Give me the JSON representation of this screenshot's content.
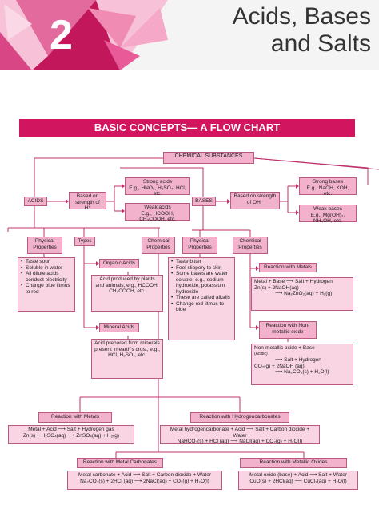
{
  "header": {
    "chapter_number": "2",
    "title_line1": "Acids, Bases",
    "title_line2": "and Salts"
  },
  "banner": {
    "title": "BASIC CONCEPTS— A FLOW CHART"
  },
  "nodes": {
    "chemical_substances": "CHEMICAL SUBSTANCES",
    "acids": "ACIDS",
    "bases": "BASES",
    "acid_strength": "Based on strength of H⁺",
    "base_strength": "Based on strength of OH⁻",
    "strong_acids_title": "Strong acids",
    "strong_acids_eg": "E.g., HNO₃, H₂SO₄, HCl, etc.",
    "weak_acids_title": "Weak acids",
    "weak_acids_eg": "E.g., HCOOH, CH₃COOH, etc.",
    "strong_bases_title": "Strong bases",
    "strong_bases_eg": "E.g., NaOH, KOH, etc.",
    "weak_bases_title": "Weak bases",
    "weak_bases_eg": "E.g., Mg(OH)₂, NH₄OH, etc.",
    "acid_phys": "Physical Properties",
    "acid_types": "Types",
    "acid_chem": "Chemical Properties",
    "base_phys": "Physical Properties",
    "base_chem": "Chemical Properties",
    "acid_phys_list": [
      "Taste sour",
      "Soluble in water",
      "All dilute acids conduct electricity",
      "Change blue litmus to red"
    ],
    "organic_acids": "Organic Acids",
    "organic_acids_desc": "Acid produced by plants and animals, e.g., HCOOH, CH₃COOH, etc.",
    "mineral_acids": "Mineral Acids",
    "mineral_acids_desc": "Acid prepared from minerals present in earth's crust, e.g., HCl, H₂SO₄, etc.",
    "base_phys_list": [
      "Taste bitter",
      "Feel slippery to skin",
      "Some bases are water soluble, e.g., sodium hydroxide, potassium hydroxide",
      "These are called alkalis",
      "Change red litmus to blue"
    ],
    "base_metals": "Reaction with Metals",
    "base_metals_eq1": "Metal + Base ⟶ Salt + Hydrogen",
    "base_metals_eq2": "Zn(s) + 2NaOH(aq)",
    "base_metals_eq3": "⟶ Na₂ZnO₂(aq) + H₂(g)",
    "base_nonmetal": "Reaction with Non-metallic oxide",
    "base_nonmetal_eq1": "Non-metallic oxide + Base",
    "base_nonmetal_eq1b": "(Acidic)",
    "base_nonmetal_eq2": "⟶ Salt + Hydrogen",
    "base_nonmetal_eq3": "CO₂(g) + 2NaOH (aq)",
    "base_nonmetal_eq4": "⟶ Na₂CO₃(s) + H₂O(l)",
    "acid_metals": "Reaction with Metals",
    "acid_metals_eq1": "Metal + Acid ⟶ Salt + Hydrogen gas",
    "acid_metals_eq2": "Zn(s) + H₂SO₄(aq) ⟶ ZnSO₄(aq) + H₂(g)",
    "acid_hco3": "Reaction with Hydrogencarbonates",
    "acid_hco3_eq1": "Metal hydrogencarbonate + Acid ⟶ Salt + Carbon dioxide + Water",
    "acid_hco3_eq2": "NaHCO₃(s) + HCl (aq) ⟶ NaCl(aq) + CO₂(g) + H₂O(l)",
    "acid_carb": "Reaction with Metal Carbonates",
    "acid_carb_eq1": "Metal carbonate + Acid ⟶ Salt + Carbon dioxide + Water",
    "acid_carb_eq2": "Na₂CO₃(s) + 2HCl (aq) ⟶ 2NaCl(aq) + CO₂(g) + H₂O(l)",
    "acid_oxide": "Reaction with Metallic Oxides",
    "acid_oxide_eq1": "Metal oxide (base) + Acid ⟶ Salt + Water",
    "acid_oxide_eq2": "CuO(s) + 2HCl(aq) ⟶ CuCl₂(aq) + H₂O(l)"
  },
  "colors": {
    "accent": "#d1155f",
    "box": "#f3b2cc",
    "box_pale": "#f9d4e2",
    "line": "#c0306a"
  }
}
